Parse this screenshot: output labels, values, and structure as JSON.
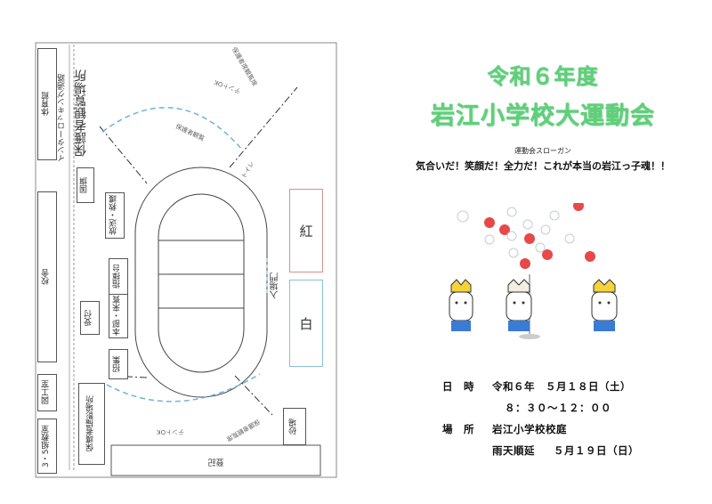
{
  "map": {
    "labels": {
      "gym": "体育館",
      "interlocking": "インターロッキング通路",
      "parent_seating": "保護者観覧場所",
      "school_building": "校舎",
      "craft_room": "図工室",
      "class_room": "3・5組教室",
      "flag": "国旗",
      "toilet": "トイレ",
      "release": "放送・救護",
      "stand": "指揮台",
      "reception": "受付",
      "gym_track": "本部・来賓",
      "checkin": "招集",
      "photo_area": "保護者撮影場所",
      "entrance": "入場門",
      "red": "紅",
      "white": "白",
      "sand": "砂場",
      "grandstand": "登記",
      "tent_ok_top": "テントOK",
      "tent_ok_bottom": "テントOK",
      "seat_top": "保護者席観覧席",
      "seat_mid": "保護者観覧",
      "seat_bot": "保護者観覧席"
    }
  },
  "event": {
    "title_line1": "令和６年度",
    "title_line2": "岩江小学校大運動会",
    "slogan_label": "運動会スローガン",
    "slogan": "気合いだ！笑顔だ！全力だ！これが本当の岩江っ子魂！！",
    "date_label": "日　時",
    "date_value": "令和６年　５月１８日（土）",
    "time_value": "８：３０～１２：００",
    "place_label": "場　所",
    "place_value": "岩江小学校校庭",
    "rain_label": "雨天順延",
    "rain_value": "５月１９日（日）"
  },
  "colors": {
    "title_green": "#5fd07a",
    "ball_red": "#e84848",
    "red_team": "#d6908c",
    "white_team": "#8ac0d8"
  }
}
